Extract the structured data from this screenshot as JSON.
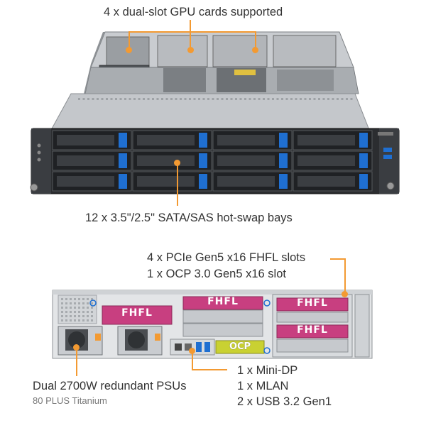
{
  "labels": {
    "gpu": "4 x dual-slot GPU cards supported",
    "bays": "12 x 3.5\"/2.5\" SATA/SAS hot-swap bays",
    "pcie": "4 x PCIe Gen5 x16 FHFL slots",
    "ocp": "1 x OCP 3.0 Gen5 x16 slot",
    "psu": "Dual 2700W redundant PSUs",
    "psu_sub": "80 PLUS Titanium",
    "io_1": "1 x Mini-DP",
    "io_2": "1 x MLAN",
    "io_3": "2 x USB 3.2 Gen1"
  },
  "slot_labels": {
    "fhfl": "FHFL",
    "ocp": "OCP"
  },
  "colors": {
    "callout": "#f39a32",
    "fhfl_slot": "#c83f80",
    "ocp_slot": "#c9d132",
    "drive_latch": "#1f6fd1"
  }
}
